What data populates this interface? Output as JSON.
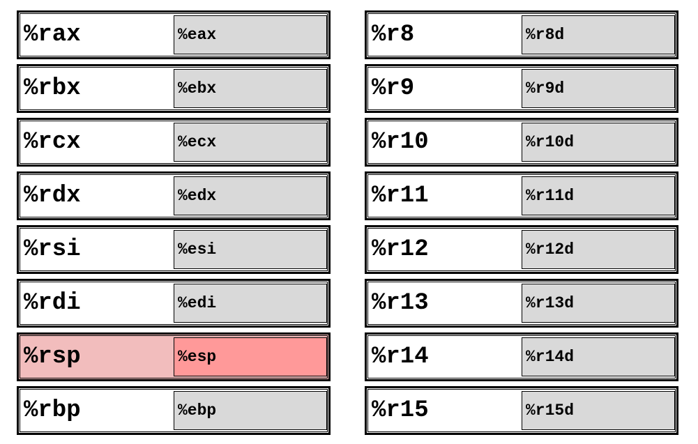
{
  "colors": {
    "cell_bg": "#ffffff",
    "sub_bg": "#d9d9d9",
    "highlight_bg": "#f2bdbd",
    "highlight_sub_bg": "#ff9999",
    "border": "#000000"
  },
  "left_registers": [
    {
      "name": "%rax",
      "sub": "%eax",
      "highlight": false
    },
    {
      "name": "%rbx",
      "sub": "%ebx",
      "highlight": false
    },
    {
      "name": "%rcx",
      "sub": "%ecx",
      "highlight": false
    },
    {
      "name": "%rdx",
      "sub": "%edx",
      "highlight": false
    },
    {
      "name": "%rsi",
      "sub": "%esi",
      "highlight": false
    },
    {
      "name": "%rdi",
      "sub": "%edi",
      "highlight": false
    },
    {
      "name": "%rsp",
      "sub": "%esp",
      "highlight": true
    },
    {
      "name": "%rbp",
      "sub": "%ebp",
      "highlight": false
    }
  ],
  "right_registers": [
    {
      "name": "%r8",
      "sub": "%r8d",
      "highlight": false
    },
    {
      "name": "%r9",
      "sub": "%r9d",
      "highlight": false
    },
    {
      "name": "%r10",
      "sub": "%r10d",
      "highlight": false
    },
    {
      "name": "%r11",
      "sub": "%r11d",
      "highlight": false
    },
    {
      "name": "%r12",
      "sub": "%r12d",
      "highlight": false
    },
    {
      "name": "%r13",
      "sub": "%r13d",
      "highlight": false
    },
    {
      "name": "%r14",
      "sub": "%r14d",
      "highlight": false
    },
    {
      "name": "%r15",
      "sub": "%r15d",
      "highlight": false
    }
  ]
}
